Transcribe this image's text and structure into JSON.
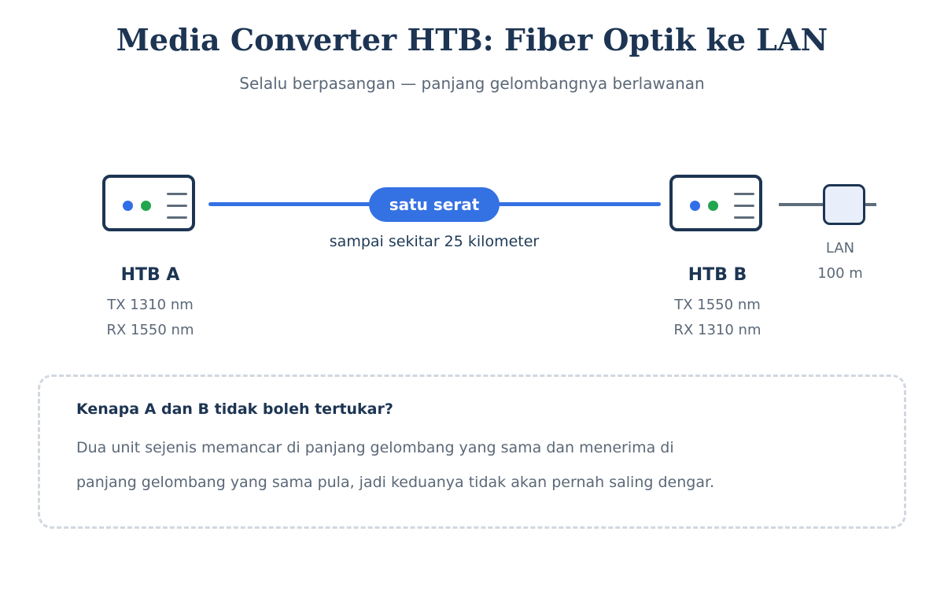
{
  "header": {
    "title": "Media Converter HTB: Fiber Optik ke LAN",
    "subtitle": "Selalu berpasangan — panjang gelombangnya berlawanan"
  },
  "link": {
    "pill_label": "satu serat",
    "caption": "sampai sekitar 25 kilometer"
  },
  "device_a": {
    "name": "HTB A",
    "tx": "TX 1310 nm",
    "rx": "RX 1550 nm"
  },
  "device_b": {
    "name": "HTB B",
    "tx": "TX 1550 nm",
    "rx": "RX 1310 nm"
  },
  "lan": {
    "label": "LAN",
    "distance": "100 m"
  },
  "note": {
    "title": "Kenapa A dan B tidak boleh tertukar?",
    "body_line1": "Dua unit sejenis memancar di panjang gelombang yang sama dan menerima di",
    "body_line2": "panjang gelombang yang sama pula, jadi keduanya tidak akan pernah saling dengar."
  },
  "colors": {
    "navy": "#1d3553",
    "fiber_blue": "#3471e3",
    "led_blue": "#2f6ee8",
    "led_green": "#23a44f",
    "muted_text": "#5b6878"
  }
}
